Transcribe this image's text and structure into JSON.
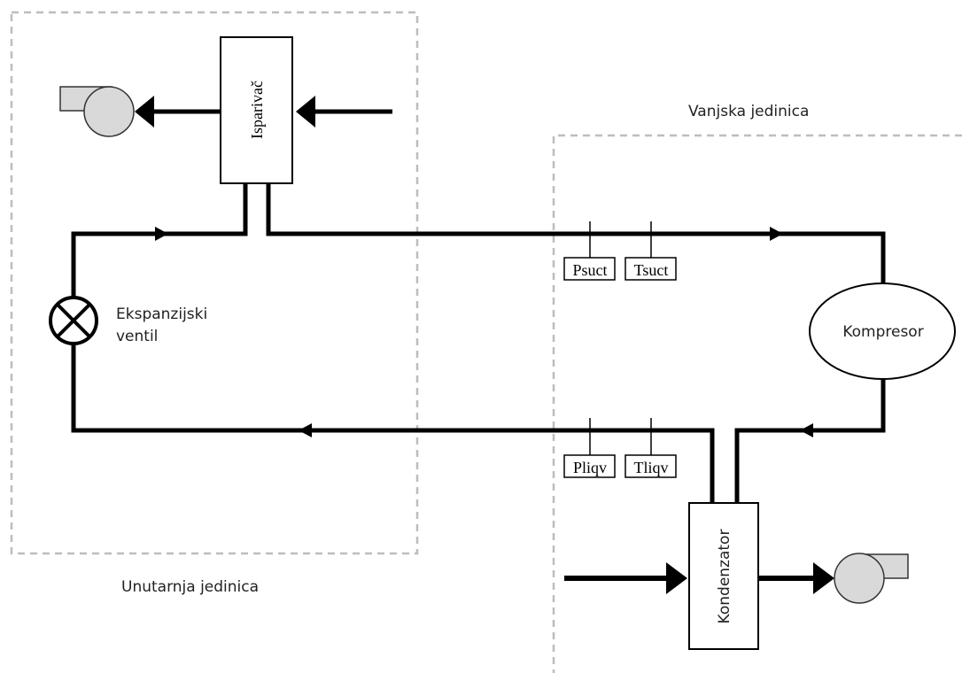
{
  "regions": {
    "indoor_label": "Unutarnja jedinica",
    "outdoor_label": "Vanjska jedinica"
  },
  "components": {
    "evaporator": "Isparivač",
    "condenser": "Kondenzator",
    "compressor": "Kompresor",
    "expansion_valve_line1": "Ekspanzijski",
    "expansion_valve_line2": "ventil"
  },
  "sensors": {
    "suction_pressure": "Psuct",
    "suction_temperature": "Tsuct",
    "liquid_pressure": "Pliqv",
    "liquid_temperature": "Tliqv"
  },
  "colors": {
    "line": "#000000",
    "boundary": "#bdbdbd",
    "fan_fill": "#d9d9d9"
  }
}
